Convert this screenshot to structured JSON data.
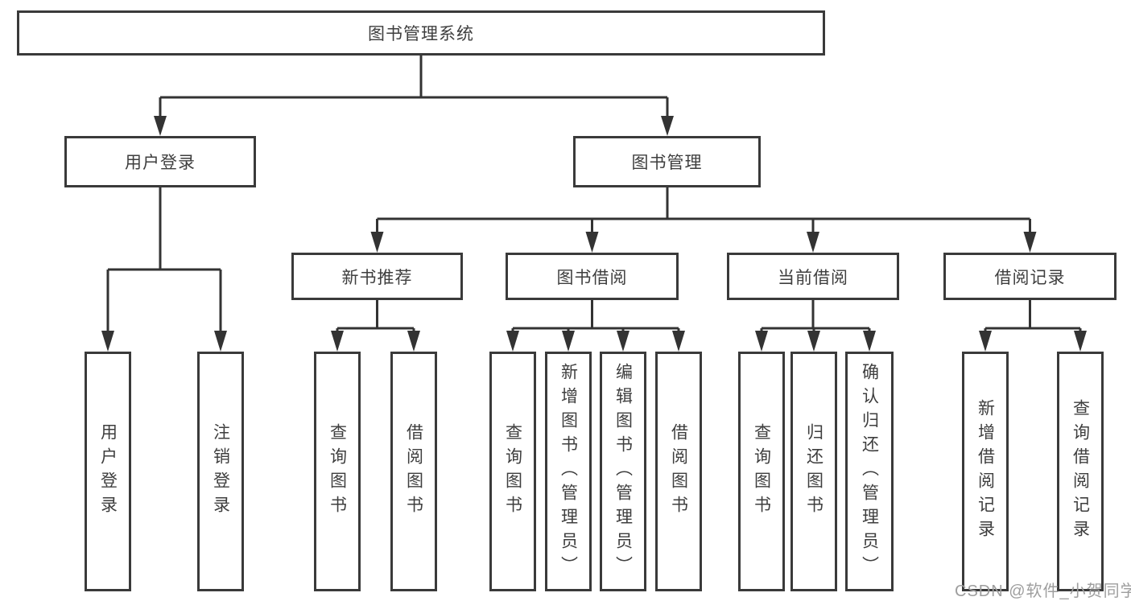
{
  "tree": {
    "label": "图书管理系统",
    "children": [
      {
        "label": "用户登录",
        "children": [
          {
            "label": "用户登录"
          },
          {
            "label": "注销登录"
          }
        ]
      },
      {
        "label": "图书管理",
        "children": [
          {
            "label": "新书推荐",
            "children": [
              {
                "label": "查询图书"
              },
              {
                "label": "借阅图书"
              }
            ]
          },
          {
            "label": "图书借阅",
            "children": [
              {
                "label": "查询图书"
              },
              {
                "label": "新增图书（管理员）"
              },
              {
                "label": "编辑图书（管理员）"
              },
              {
                "label": "借阅图书"
              }
            ]
          },
          {
            "label": "当前借阅",
            "children": [
              {
                "label": "查询图书"
              },
              {
                "label": "归还图书"
              },
              {
                "label": "确认归还（管理员）"
              }
            ]
          },
          {
            "label": "借阅记录",
            "children": [
              {
                "label": "新增借阅记录"
              },
              {
                "label": "查询借阅记录"
              }
            ]
          }
        ]
      }
    ]
  },
  "watermark": {
    "text": "CSDN @软件_小贺同学"
  },
  "colors": {
    "bg": "#ffffff",
    "border": "#3a3a3a",
    "line": "#333333",
    "text": "#3e3e3e",
    "watermark": "#9e9e9e"
  }
}
